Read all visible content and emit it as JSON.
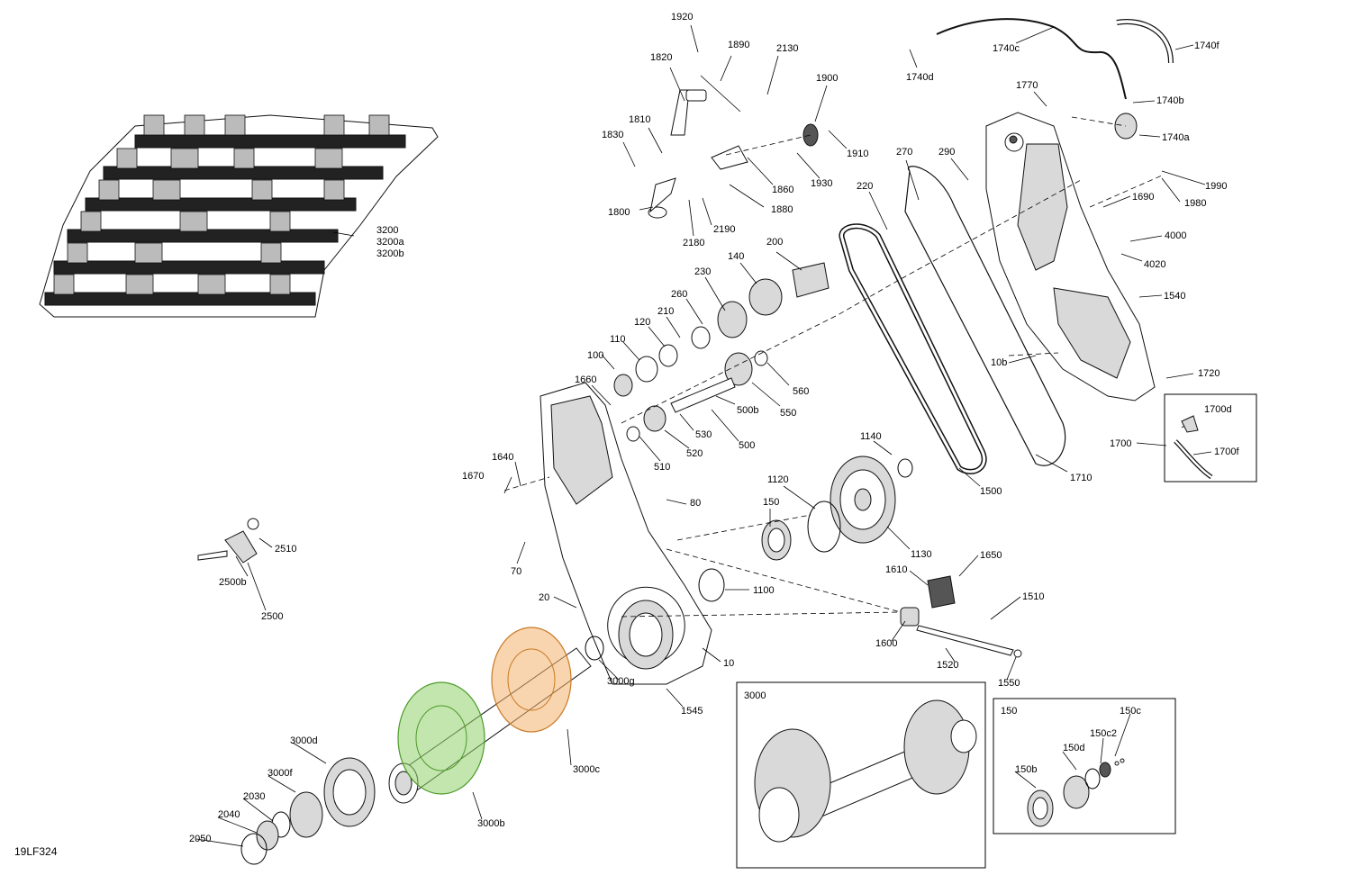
{
  "diagram_code": "19LF324",
  "colors": {
    "highlight_green": "#8fd16a",
    "highlight_orange": "#f2b26b",
    "line": "#000000",
    "accent_pink": "#e27aa3"
  },
  "inset_boxes": {
    "sprocket_assembly": "3000",
    "bearing_assembly": "150",
    "clip_detail": ""
  },
  "part_labels": [
    "1920",
    "1890",
    "1820",
    "2130",
    "1810",
    "1830",
    "1900",
    "1910",
    "1860",
    "1930",
    "1880",
    "1800",
    "2190",
    "2180",
    "1740c",
    "1740f",
    "1740d",
    "1770",
    "1740b",
    "1740a",
    "1990",
    "1980",
    "270",
    "290",
    "220",
    "1690",
    "4000",
    "4020",
    "1540",
    "200",
    "140",
    "230",
    "260",
    "210",
    "120",
    "110",
    "100",
    "1660",
    "500b",
    "550",
    "560",
    "530",
    "520",
    "500",
    "510",
    "10b",
    "1720",
    "1700d",
    "1700",
    "1700f",
    "1710",
    "1500",
    "1140",
    "1120",
    "150",
    "1130",
    "1640",
    "1670",
    "80",
    "70",
    "3200",
    "3200a",
    "3200b",
    "2510",
    "2500b",
    "2500",
    "1650",
    "1610",
    "1510",
    "20",
    "1100",
    "1600",
    "1520",
    "1550",
    "10",
    "3000g",
    "1545",
    "3000d",
    "3000f",
    "3000c",
    "2030",
    "2040",
    "2050",
    "3000b",
    "150c",
    "150c2",
    "150d",
    "150b"
  ]
}
